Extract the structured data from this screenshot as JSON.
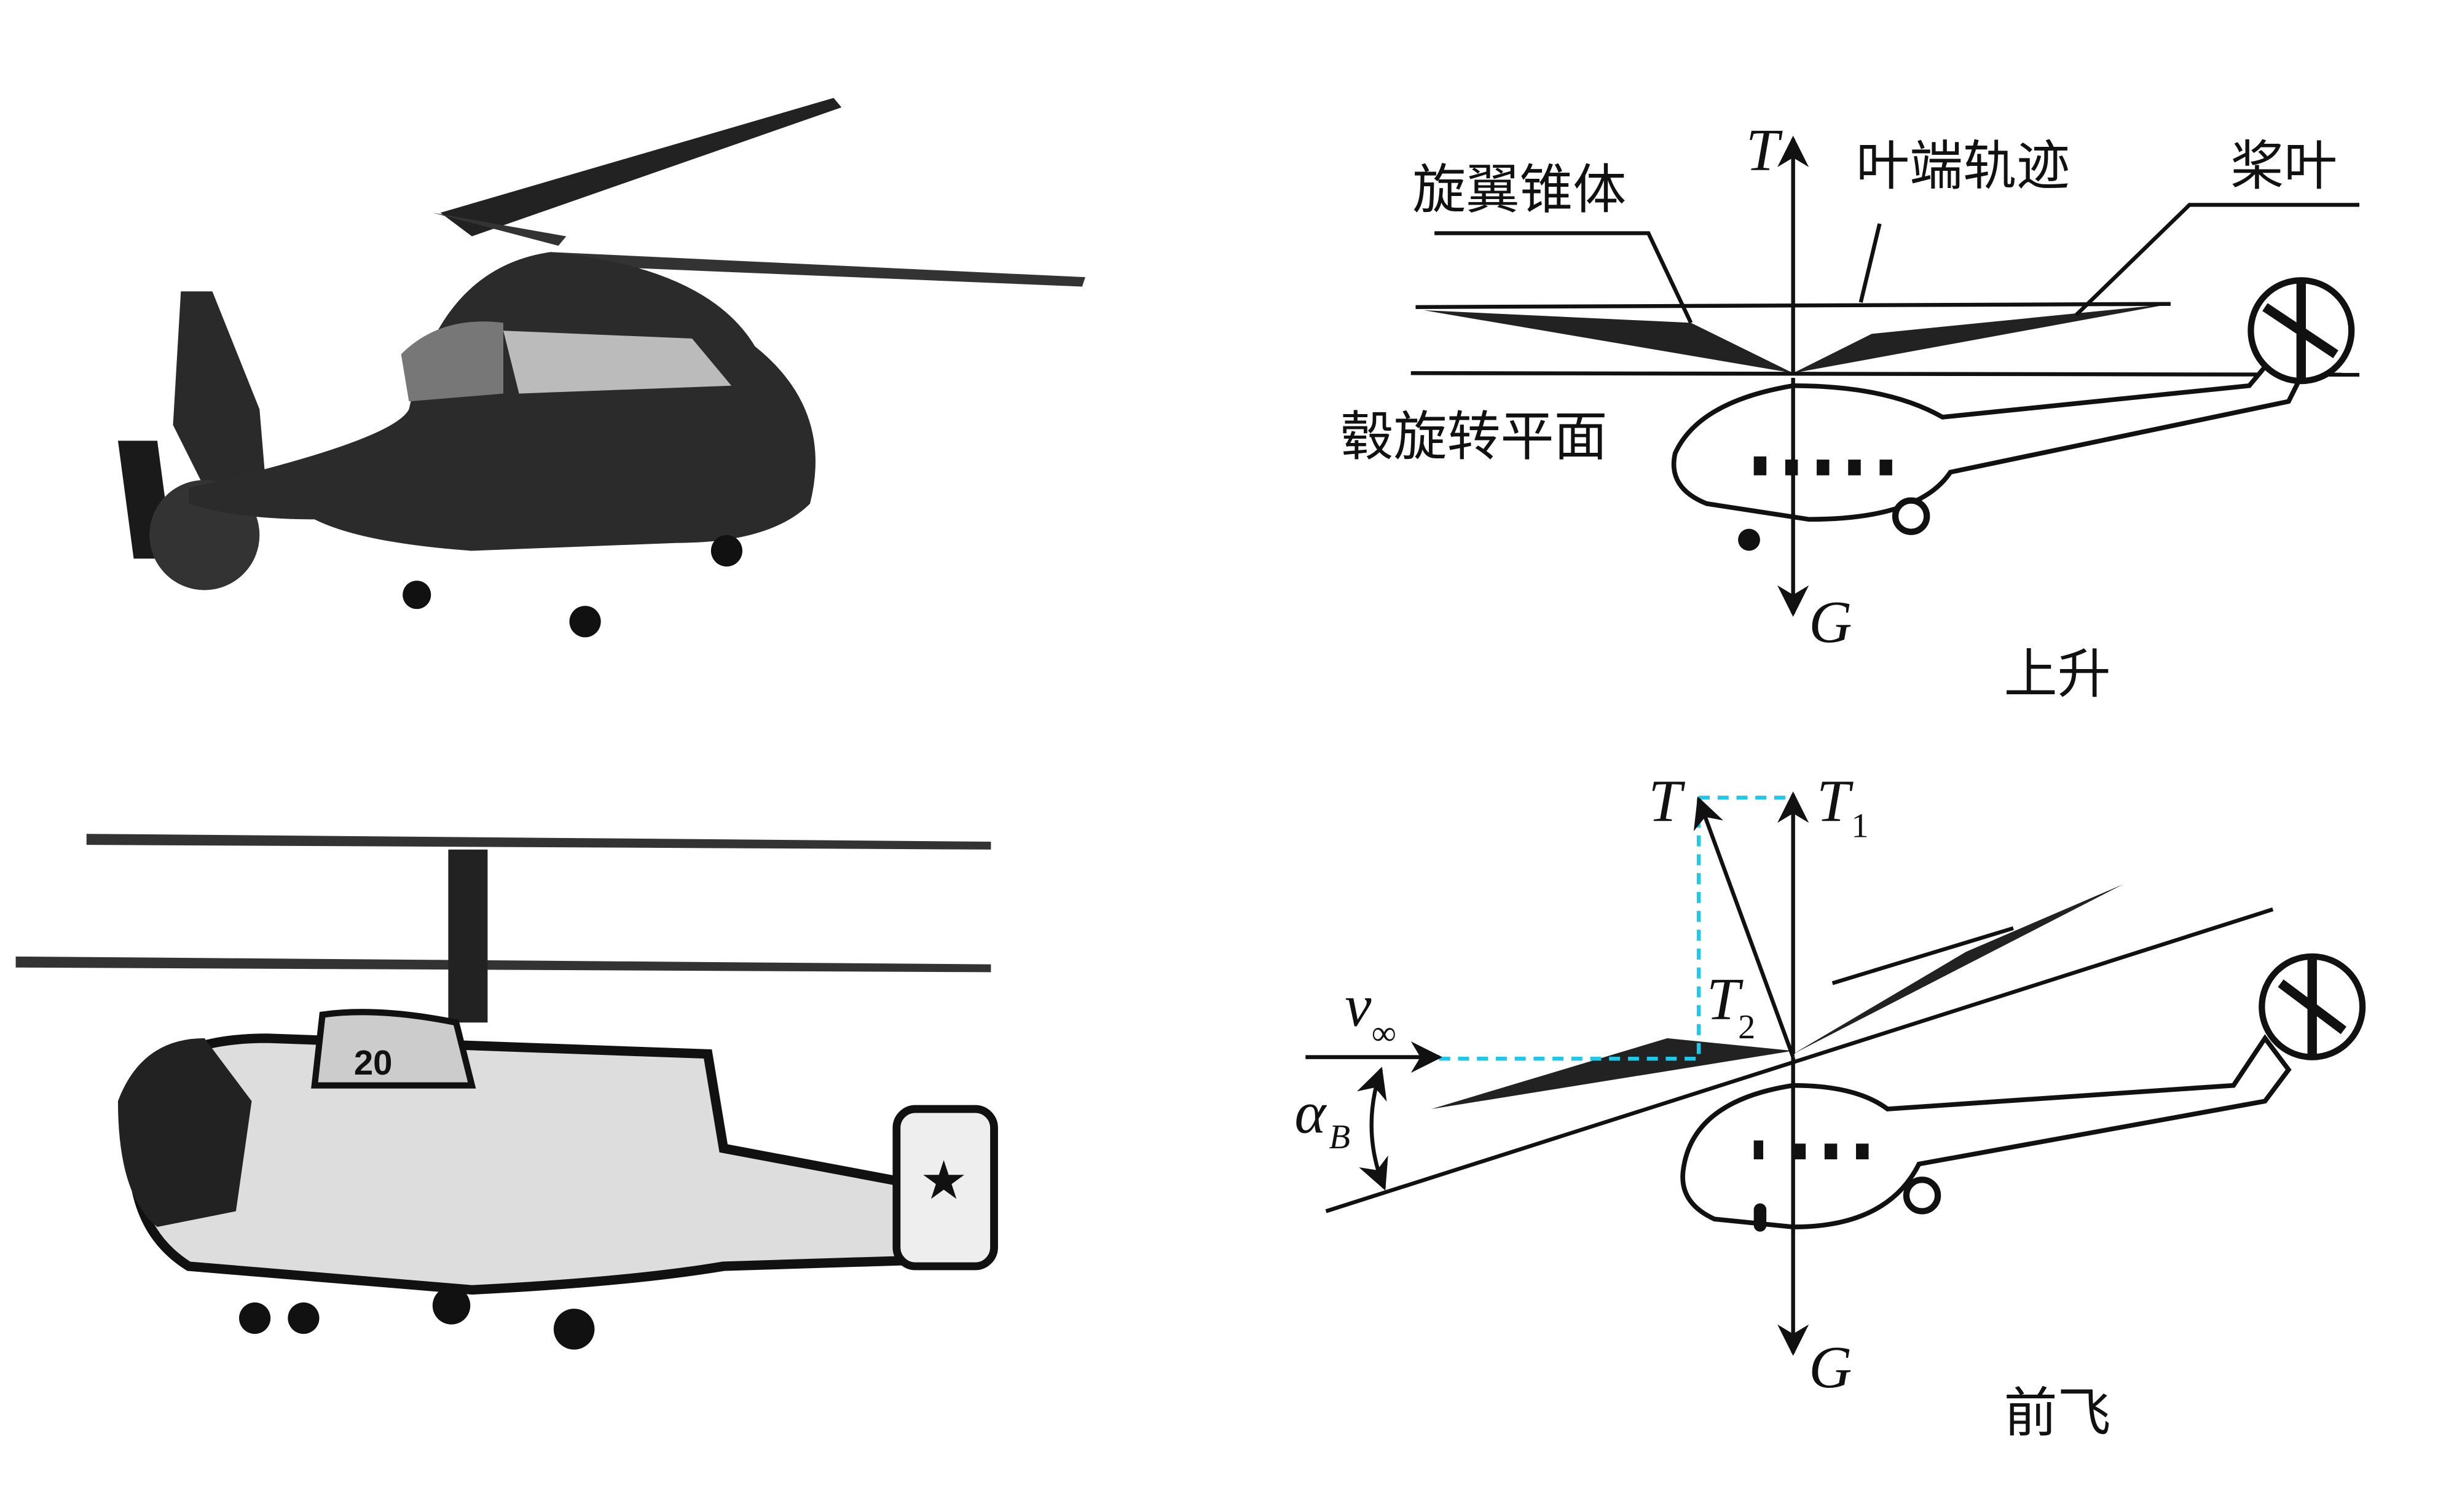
{
  "photos": {
    "top_left": "helicopter-photo-single-rotor",
    "bottom_left": "helicopter-photo-coaxial-rotor",
    "bottom_left_marking": "20"
  },
  "climb_diagram": {
    "label_cone": "旋翼锥体",
    "label_thrust": "T",
    "label_tip_path": "叶端轨迹",
    "label_blade": "桨叶",
    "label_hub_plane": "毂旋转平面",
    "label_gravity": "G",
    "caption": "上升"
  },
  "forward_diagram": {
    "label_thrust": "T",
    "label_t1": "T",
    "label_t1_sub": "1",
    "label_t2": "T",
    "label_t2_sub": "2",
    "label_velocity": "v",
    "label_velocity_sub": "∞",
    "label_angle": "α",
    "label_angle_sub": "B",
    "label_gravity": "G",
    "caption": "前飞",
    "dashed_color": "#1ec8e8"
  }
}
